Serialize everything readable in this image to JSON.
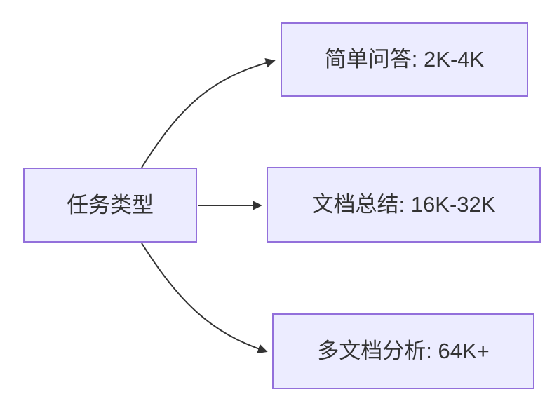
{
  "diagram": {
    "type": "flowchart",
    "root": {
      "label": "任务类型"
    },
    "children": [
      {
        "label": "简单问答: 2K-4K"
      },
      {
        "label": "文档总结: 16K-32K"
      },
      {
        "label": "多文档分析: 64K+"
      }
    ],
    "edges": [
      {
        "from": "任务类型",
        "to": "简单问答: 2K-4K"
      },
      {
        "from": "任务类型",
        "to": "文档总结: 16K-32K"
      },
      {
        "from": "任务类型",
        "to": "多文档分析: 64K+"
      }
    ],
    "colors": {
      "node_fill": "#ECECFF",
      "node_border": "#9370DB",
      "edge": "#333333",
      "text": "#333333"
    }
  }
}
